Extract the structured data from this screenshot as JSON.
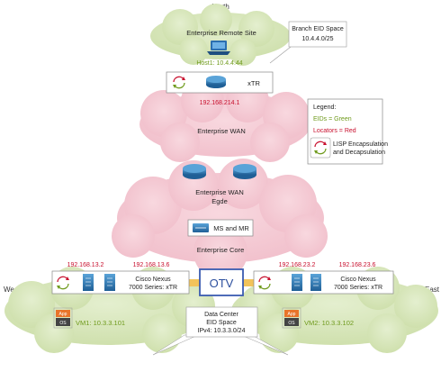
{
  "compass": {
    "north": "North",
    "west": "West",
    "east": "East"
  },
  "remote_site": {
    "title": "Enterprise Remote Site",
    "host": "Host1: 10.4.4.44"
  },
  "branch_callout": {
    "line1": "Branch EID Space",
    "line2": "10.4.4.0/25"
  },
  "xtr_top": {
    "label": "xTR",
    "ip": "192.168.214.1"
  },
  "wan": {
    "label": "Enterprise WAN"
  },
  "edge": {
    "line1": "Enterprise WAN",
    "line2": "Egde"
  },
  "core": {
    "msmr_label": "MS and MR",
    "label": "Enterprise Core"
  },
  "legend": {
    "title": "Legend:",
    "eids": "EIDs = Green",
    "locators": "Locators = Red",
    "lisp_line1": "LISP Encapsulation",
    "lisp_line2": "and Decapsulation"
  },
  "left_dc": {
    "ip_a": "192.168.13.2",
    "ip_b": "192.168.13.6",
    "line1": "Cisco Nexus",
    "line2": "7000 Series: xTR"
  },
  "right_dc": {
    "ip_a": "192.168.23.2",
    "ip_b": "192.168.23.6",
    "line1": "Cisco Nexus",
    "line2": "7000 Series: xTR"
  },
  "otv": {
    "label": "OTV"
  },
  "vm1": {
    "app": "App",
    "os": "OS",
    "label": "VM1: 10.3.3.101"
  },
  "vm2": {
    "app": "App",
    "os": "OS",
    "label": "VM2: 10.3.3.102"
  },
  "dc_callout": {
    "line1": "Data Center",
    "line2": "EID Space",
    "line3": "IPv4: 10.3.3.0/24"
  },
  "colors": {
    "eid_green": "#6f9a1c",
    "locator_red": "#c8102e",
    "wan_pink": "#f6d2da",
    "site_green": "#d6e6b8",
    "router_blue": "#2f7fb9",
    "otv_blue": "#2c4f9e"
  }
}
